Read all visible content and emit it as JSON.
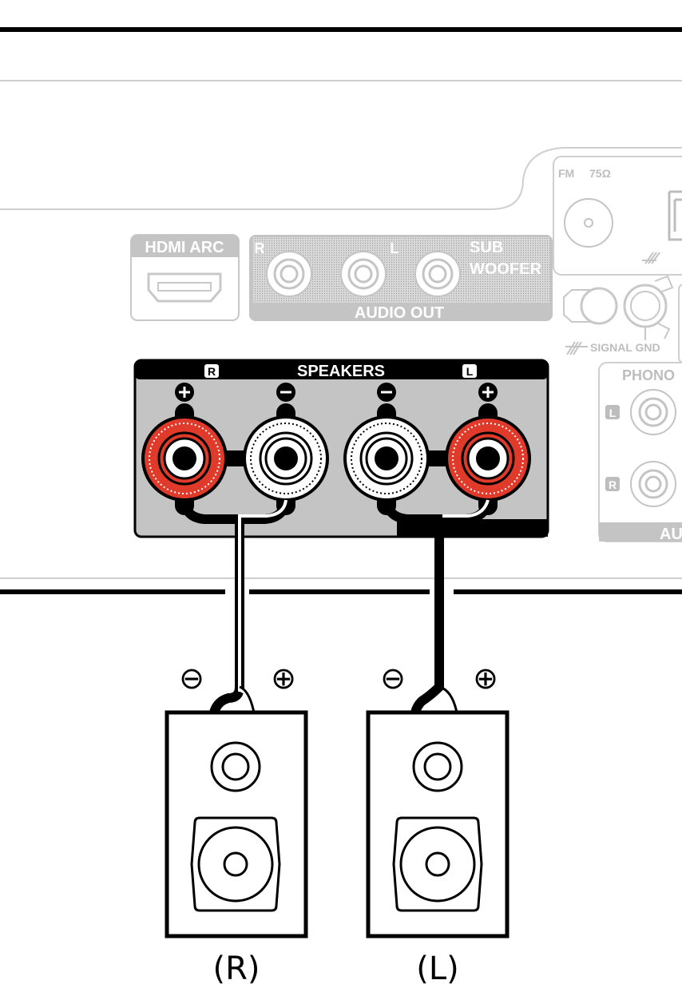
{
  "panel": {
    "hdmi_label": "HDMI ARC",
    "audio_out": {
      "label": "AUDIO OUT",
      "channel_r": "R",
      "channel_l": "L",
      "sub_line1": "SUB",
      "sub_line2": "WOOFER"
    },
    "speakers": {
      "label": "SPEAKERS",
      "channel_r": "R",
      "channel_l": "L"
    },
    "fm_label": "FM",
    "fm_impedance": "75Ω",
    "signal_gnd": "SIGNAL GND",
    "phono_label": "PHONO",
    "phono_l": "L",
    "phono_r": "R",
    "aux_partial": "AU"
  },
  "speakers": [
    {
      "label": "(R)",
      "minus": "⊖",
      "plus": "⊕"
    },
    {
      "label": "(L)",
      "minus": "⊖",
      "plus": "⊕"
    }
  ],
  "colors": {
    "red_terminal": "#e03a2a",
    "panel_gray": "#c4c4c4",
    "outline_gray": "#cfcfcf",
    "black": "#000000"
  }
}
